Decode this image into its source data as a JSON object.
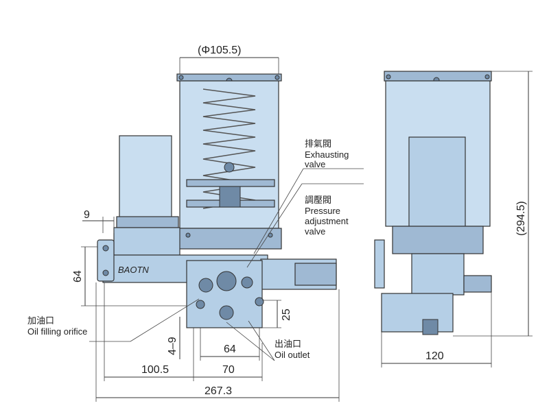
{
  "dimensions": {
    "tank_diameter": "(Φ105.5)",
    "height": "(294.5)",
    "d9": "9",
    "d64_left": "64",
    "d25": "25",
    "d4_9": "4–9",
    "d64_bottom": "64",
    "d100_5": "100.5",
    "d70": "70",
    "d267_3": "267.3",
    "d120": "120"
  },
  "labels": {
    "exhaust_cn": "排氣閥",
    "exhaust_en_1": "Exhausting",
    "exhaust_en_2": "valve",
    "pressure_cn": "調壓閥",
    "pressure_en_1": "Pressure",
    "pressure_en_2": "adjustment",
    "pressure_en_3": "valve",
    "fill_cn": "加油口",
    "fill_en": "Oil filling orifice",
    "outlet_cn": "出油口",
    "outlet_en": "Oil outlet",
    "brand": "BAOTN"
  },
  "colors": {
    "tank": "#c9def0",
    "body": "#b5cfe6",
    "metal": "#9fb9d3"
  }
}
